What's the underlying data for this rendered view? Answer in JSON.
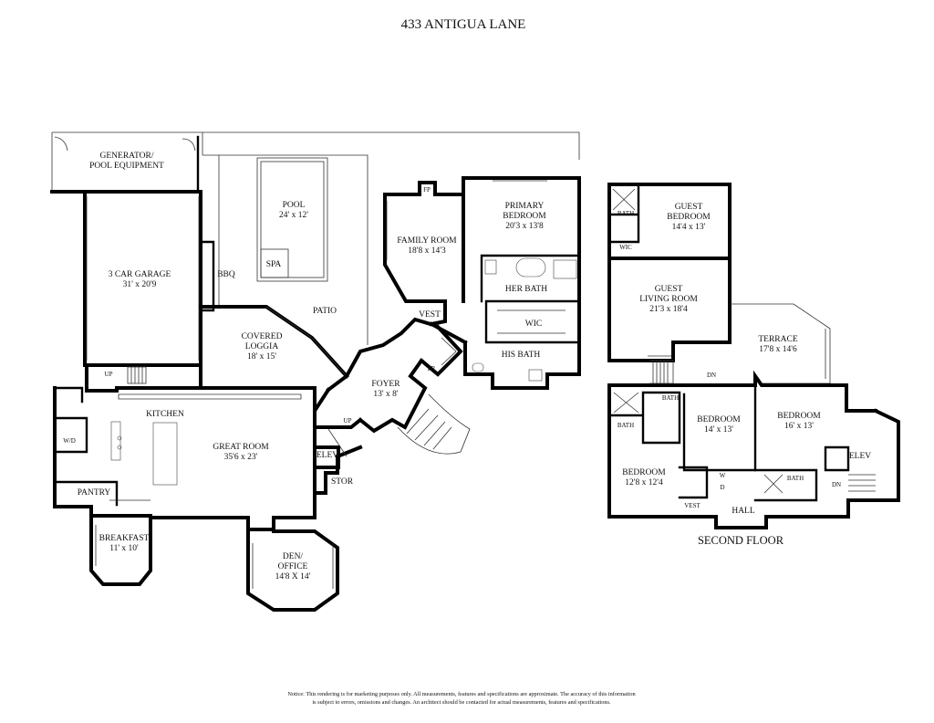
{
  "title": "433 ANTIGUA LANE",
  "first_floor": {
    "rooms": {
      "generator": {
        "name_line1": "GENERATOR/",
        "name_line2": "POOL EQUIPMENT"
      },
      "garage": {
        "name": "3 CAR GARAGE",
        "dims": "31' x 20'9"
      },
      "pool": {
        "name": "POOL",
        "dims": "24' x 12'"
      },
      "spa": {
        "name": "SPA"
      },
      "bbq": {
        "name": "BBQ"
      },
      "patio": {
        "name": "PATIO"
      },
      "loggia": {
        "name_line1": "COVERED",
        "name_line2": "LOGGIA",
        "dims": "18' x 15'"
      },
      "family": {
        "name": "FAMILY ROOM",
        "dims": "18'8 x 14'3"
      },
      "fp": {
        "name": "FP"
      },
      "primary": {
        "name_line1": "PRIMARY",
        "name_line2": "BEDROOM",
        "dims": "20'3 x 13'8"
      },
      "her_bath": {
        "name": "HER BATH"
      },
      "wic": {
        "name": "WIC"
      },
      "his_bath": {
        "name": "HIS BATH"
      },
      "vest": {
        "name": "VEST"
      },
      "pr": {
        "name": "PR"
      },
      "foyer": {
        "name": "FOYER",
        "dims": "13' x 8'"
      },
      "kitchen": {
        "name": "KITCHEN"
      },
      "wd": {
        "name": "W/D"
      },
      "pantry": {
        "name": "PANTRY"
      },
      "great": {
        "name": "GREAT ROOM",
        "dims": "35'6 x 23'"
      },
      "elev": {
        "name": "ELEV"
      },
      "stor": {
        "name": "STOR"
      },
      "breakfast": {
        "name": "BREAKFAST",
        "dims": "11' x 10'"
      },
      "den": {
        "name_line1": "DEN/",
        "name_line2": "OFFICE",
        "dims": "14'8 X 14'"
      }
    },
    "markers": {
      "up_garage": "UP",
      "up_foyer": "UP"
    }
  },
  "second_floor": {
    "label": "SECOND FLOOR",
    "rooms": {
      "guest_bedroom": {
        "name_line1": "GUEST",
        "name_line2": "BEDROOM",
        "dims": "14'4 x 13'"
      },
      "bath_top": {
        "name": "BATH"
      },
      "wic": {
        "name": "WIC"
      },
      "guest_living": {
        "name_line1": "GUEST",
        "name_line2": "LIVING ROOM",
        "dims": "21'3 x 18'4"
      },
      "terrace": {
        "name": "TERRACE",
        "dims": "17'8 x 14'6"
      },
      "bath_left": {
        "name": "BATH"
      },
      "bath_mid": {
        "name": "BATH"
      },
      "bedroom_mid": {
        "name": "BEDROOM",
        "dims": "14' x 13'"
      },
      "bedroom_right": {
        "name": "BEDROOM",
        "dims": "16' x 13'"
      },
      "elev": {
        "name": "ELEV"
      },
      "bedroom_left": {
        "name": "BEDROOM",
        "dims": "12'8 x 12'4"
      },
      "bath_right": {
        "name": "BATH"
      },
      "w": {
        "name": "W"
      },
      "d": {
        "name": "D"
      },
      "vest": {
        "name": "VEST"
      },
      "hall": {
        "name": "HALL"
      }
    },
    "markers": {
      "dn_center": "DN",
      "dn_right": "DN"
    }
  },
  "notice": {
    "line1": "Notice: This rendering is for marketing purposes only. All measurements, features and specifications are approximate. The accuracy of this information",
    "line2": "is subject to errors, omissions and changes. An architect should be contacted for actual measurements, features and specifications."
  }
}
